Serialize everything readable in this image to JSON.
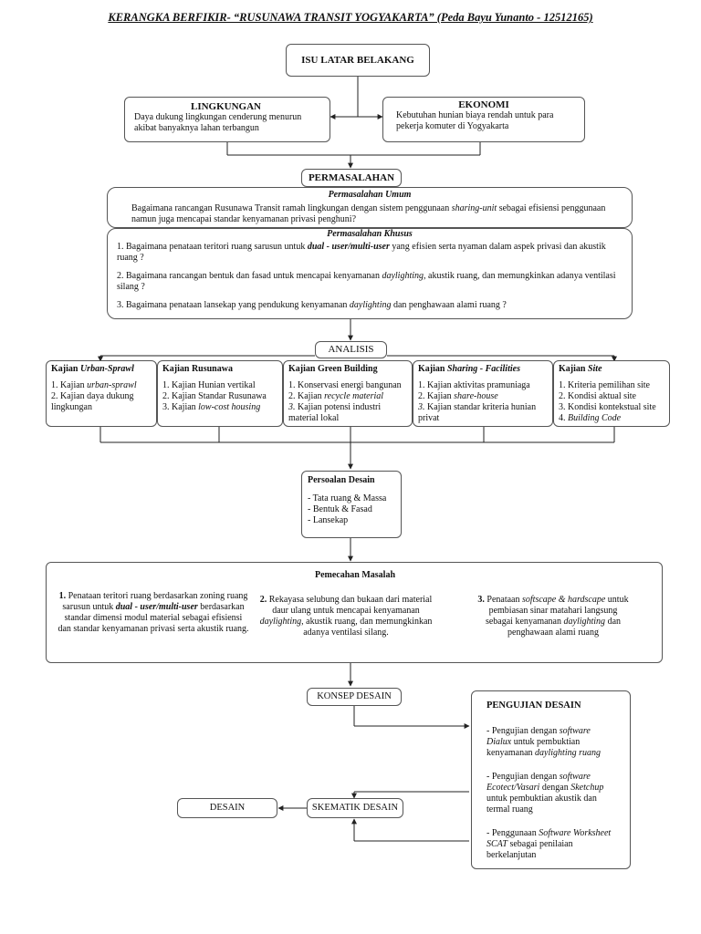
{
  "title": "KERANGKA BERFIKIR- “RUSUNAWA TRANSIT YOGYAKARTA” (Peda Bayu Yunanto - 12512165)",
  "isu": "ISU LATAR BELAKANG",
  "lingkungan": {
    "title": "LINGKUNGAN",
    "text": "Daya dukung lingkungan cenderung menurun akibat banyaknya lahan terbangun"
  },
  "ekonomi": {
    "title": "EKONOMI",
    "text": "Kebutuhan hunian biaya rendah untuk para pekerja komuter di Yogyakarta"
  },
  "permasalahan": {
    "label": "PERMASALAHAN",
    "umum_title": "Permasalahan Umum",
    "umum_a": "Bagaimana rancangan Rusunawa Transit ramah lingkungan dengan sistem penggunaan ",
    "umum_b": "sharing-unit",
    "umum_c": " sebagai efisiensi penggunaan namun juga mencapai standar kenyamanan privasi penghuni?",
    "khusus_title": "Permasalahan Khusus",
    "k1a": "1. Bagaimana penataan teritori ruang sarusun untuk ",
    "k1b": "dual - user/multi-user",
    "k1c": " yang efisien serta nyaman dalam aspek privasi dan akustik ruang ?",
    "k2a": "2. Bagaimana rancangan bentuk dan fasad untuk mencapai kenyamanan ",
    "k2b": "daylighting,",
    "k2c": " akustik ruang, dan memungkinkan adanya ventilasi silang ?",
    "k3a": "3. Bagaimana penataan lansekap yang pendukung kenyamanan ",
    "k3b": "daylighting",
    "k3c": " dan penghawaan alami ruang ?"
  },
  "analisis": "ANALISIS",
  "kajian": {
    "urban_t1": "Kajian ",
    "urban_t2": "Urban-Sprawl",
    "urban_1a": "1. Kajian ",
    "urban_1b": "urban-sprawl",
    "urban_2": "2. Kajian daya dukung lingkungan",
    "rusun_t": "Kajian Rusunawa",
    "rusun_1": "1. Kajian Hunian vertikal",
    "rusun_2": "2. Kajian Standar Rusunawa",
    "rusun_3a": "3. Kajian ",
    "rusun_3b": "low-cost housing",
    "green_t": "Kajian Green Building",
    "green_1": "1. Konservasi energi bangunan",
    "green_2a": "2. Kajian ",
    "green_2b": "recycle material",
    "green_3a": "3.",
    "green_3b": " Kajian potensi industri material lokal",
    "share_t1": "Kajian ",
    "share_t2": "Sharing - Facilities",
    "share_1": "1. Kajian aktivitas pramuniaga",
    "share_2a": "2. Kajian ",
    "share_2b": "share-house",
    "share_3a": "3.",
    "share_3b": " Kajian standar kriteria hunian privat",
    "site_t1": "Kajian ",
    "site_t2": "Site",
    "site_1": "1. Kriteria pemilihan site",
    "site_2": "2. Kondisi aktual site",
    "site_3": "3. Kondisi kontekstual site",
    "site_4a": "4. ",
    "site_4b": "Building Code"
  },
  "persoalan": {
    "title": "Persoalan Desain",
    "i1": "- Tata ruang & Massa",
    "i2": "- Bentuk & Fasad",
    "i3": "- Lansekap"
  },
  "pemecahan": {
    "title": "Pemecahan Masalah",
    "p1n": "1.",
    "p1a": " Penataan teritori ruang berdasarkan zoning ruang sarusun untuk ",
    "p1b": "dual - user/multi-user",
    "p1c": " berdasarkan standar dimensi modul material sebagai efisiensi dan standar kenyamanan privasi serta akustik ruang.",
    "p2n": "2.",
    "p2a": " Rekayasa selubung dan bukaan dari material daur ulang untuk mencapai kenyamanan ",
    "p2b": "daylighting,",
    "p2c": " akustik ruang, dan memungkinkan adanya ventilasi silang.",
    "p3n": "3.",
    "p3a": " Penataan ",
    "p3b": "softscape & hardscape",
    "p3c": " untuk pembiasan sinar matahari langsung sebagai kenyamanan ",
    "p3d": "daylighting",
    "p3e": " dan penghawaan alami ruang"
  },
  "konsep": "KONSEP DESAIN",
  "skematik": "SKEMATIK DESAIN",
  "desain": "DESAIN",
  "pengujian": {
    "title": "PENGUJIAN DESAIN",
    "a1": "- Pengujian dengan ",
    "a2": "software Dialux",
    "a3": " untuk pembuktian kenyamanan ",
    "a4": "daylighting ruang",
    "b1": "- Pengujian dengan ",
    "b2": "software Ecotect/Vasari",
    "b3": " dengan ",
    "b4": "Sketchup",
    "b5": " untuk pembuktian akustik dan termal ruang",
    "c1": "- Penggunaan ",
    "c2": "Software Worksheet SCAT",
    "c3": " sebagai penilaian berkelanjutan"
  }
}
